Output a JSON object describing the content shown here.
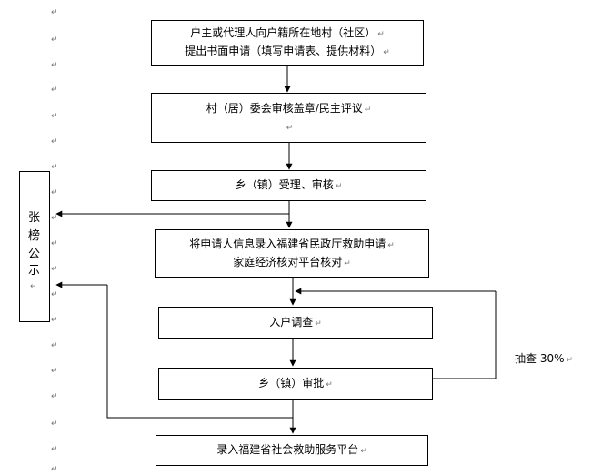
{
  "margin_mark": "↵",
  "steps": [
    {
      "lines": [
        "户主或代理人向户籍所在地村（社区）",
        "提出书面申请（填写申请表、提供材料）"
      ]
    },
    {
      "lines": [
        "村（居）委会审核盖章/民主评议",
        ""
      ]
    },
    {
      "lines": [
        "乡（镇）受理、审核"
      ]
    },
    {
      "lines": [
        "将申请人信息录入福建省民政厅救助申请",
        "家庭经济核对平台核对"
      ]
    },
    {
      "lines": [
        "入户调查"
      ]
    },
    {
      "lines": [
        "乡（镇）审批"
      ]
    },
    {
      "lines": [
        "录入福建省社会救助服务平台"
      ]
    }
  ],
  "publicity": {
    "chars": [
      "张",
      "榜",
      "公",
      "示"
    ]
  },
  "sampling_label": "抽查 30%"
}
